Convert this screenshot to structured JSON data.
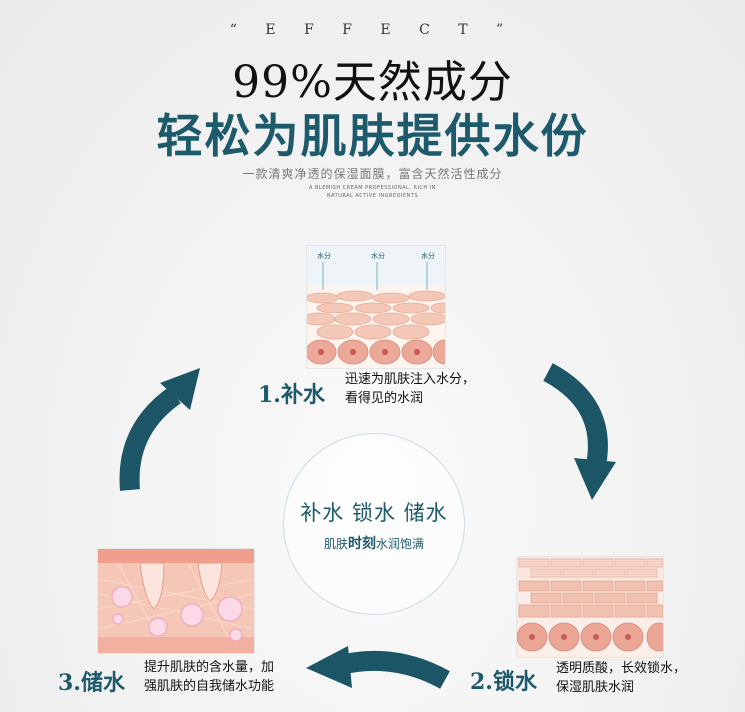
{
  "header": {
    "effect": "“ E F F E C T ”",
    "title_line1": "99%天然成分",
    "title_line2": "轻松为肌肤提供水份",
    "subtitle_cn": "一款清爽净透的保湿面膜，富含天然活性成分",
    "subtitle_en_1": "A BLEMISH CREAM PROFESSIONAL, RICH IN",
    "subtitle_en_2": "NATURAL ACTIVE INGREDIENTS"
  },
  "steps": [
    {
      "num": "1.补水",
      "desc_1": "迅速为肌肤注入水分，",
      "desc_2": "看得见的水润",
      "panel_labels": [
        "水分",
        "水分",
        "水分"
      ]
    },
    {
      "num": "2.锁水",
      "desc_1": "透明质酸，长效锁水，",
      "desc_2": "保湿肌肤水润"
    },
    {
      "num": "3.储水",
      "desc_1": "提升肌肤的含水量，加",
      "desc_2": "强肌肤的自我储水功能"
    }
  ],
  "center": {
    "main": "补水 锁水 储水",
    "sub_a": "肌肤",
    "sub_b": "时刻",
    "sub_c": "水润饱满"
  },
  "colors": {
    "accent": "#1d5a6b",
    "arrow": "#1b5566",
    "skin": "#f2c7b7",
    "skin_dark": "#e9a493"
  }
}
